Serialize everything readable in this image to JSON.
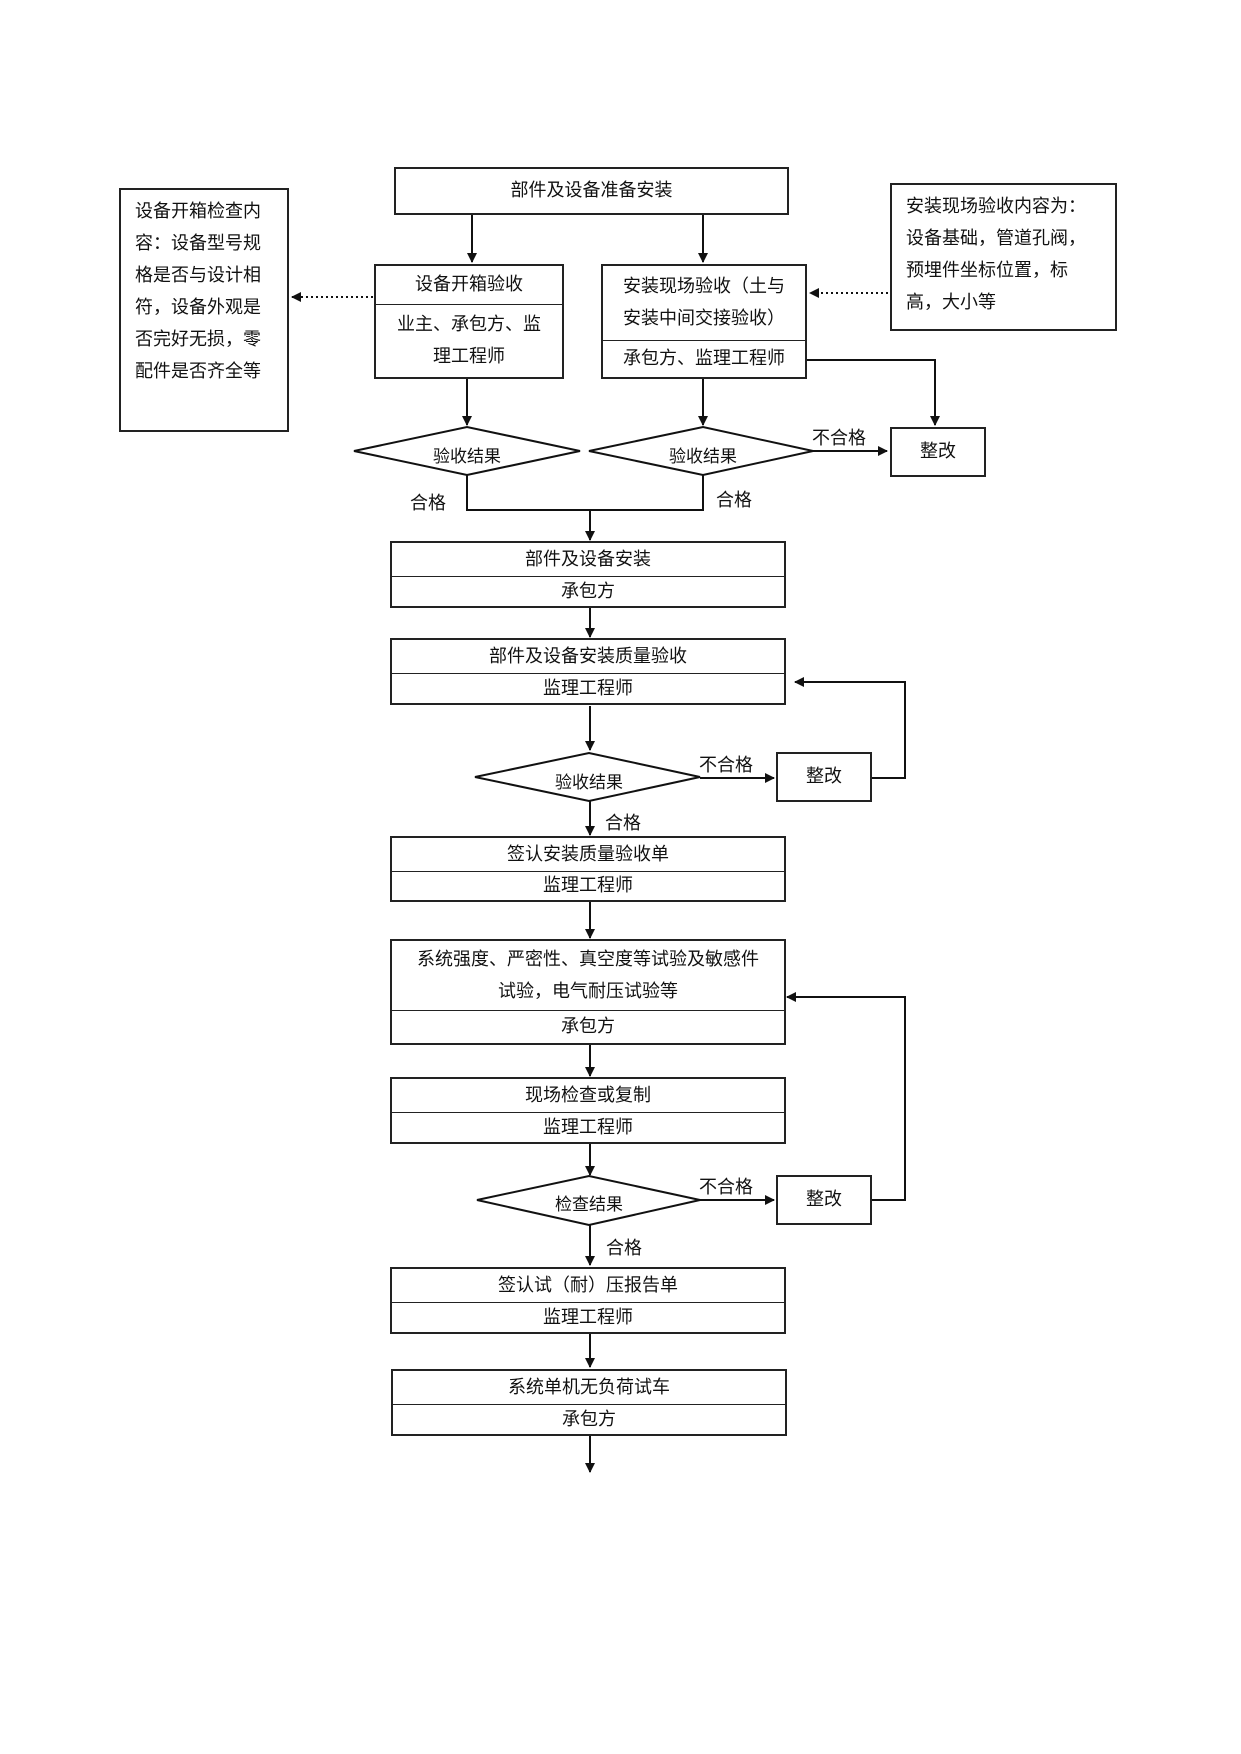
{
  "top_box": "部件及设备准备安装",
  "left_note": "设备开箱检查内容：设备型号规格是否与设计相符，设备外观是否完好无损，零配件是否齐全等",
  "right_note": "安装现场验收内容为：设备基础，管道孔阀，预埋件坐标位置，标高，大小等",
  "box_unpack": {
    "title": "设备开箱验收",
    "sub": "业主、承包方、监理工程师"
  },
  "box_site": {
    "title": "安装现场验收（土与安装中间交接验收）",
    "sub": "承包方、监理工程师"
  },
  "decision1": "验收结果",
  "decision2": "验收结果",
  "decision3": "验收结果",
  "decision4": "检查结果",
  "pass": "合格",
  "fail": "不合格",
  "rectify": "整改",
  "box_install": {
    "title": "部件及设备安装",
    "sub": "承包方"
  },
  "box_quality": {
    "title": "部件及设备安装质量验收",
    "sub": "监理工程师"
  },
  "box_sign1": {
    "title": "签认安装质量验收单",
    "sub": "监理工程师"
  },
  "box_test": {
    "title": "系统强度、严密性、真空度等试验及敏感件试验，电气耐压试验等",
    "sub": "承包方"
  },
  "box_recheck": {
    "title": "现场检查或复制",
    "sub": "监理工程师"
  },
  "box_sign2": {
    "title": "签认试（耐）压报告单",
    "sub": "监理工程师"
  },
  "box_trial": {
    "title": "系统单机无负荷试车",
    "sub": "承包方"
  }
}
